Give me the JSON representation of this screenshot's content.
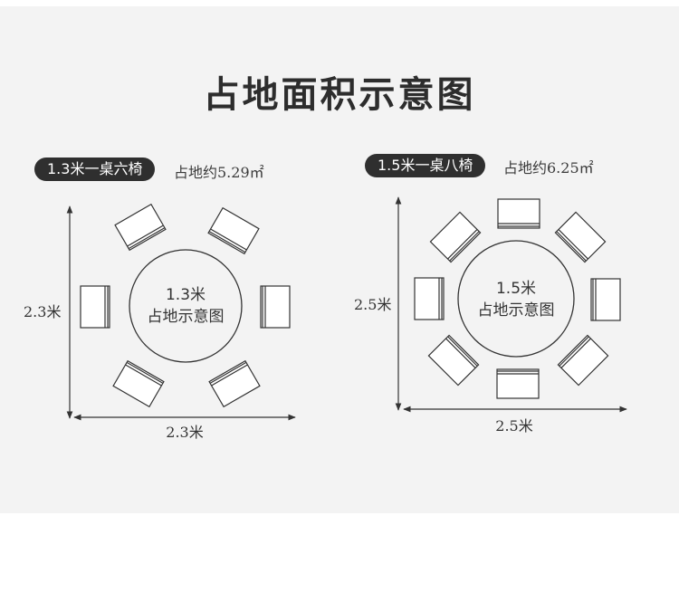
{
  "title": "占地面积示意图",
  "left": {
    "label": "1.3米一桌六椅",
    "area": "占地约5.29㎡",
    "table_size": "1.3米",
    "table_caption": "占地示意图",
    "height_dim": "2.3米",
    "width_dim": "2.3米"
  },
  "right": {
    "label": "1.5米一桌八椅",
    "area": "占地约6.25㎡",
    "table_size": "1.5米",
    "table_caption": "占地示意图",
    "height_dim": "2.5米",
    "width_dim": "2.5米"
  }
}
